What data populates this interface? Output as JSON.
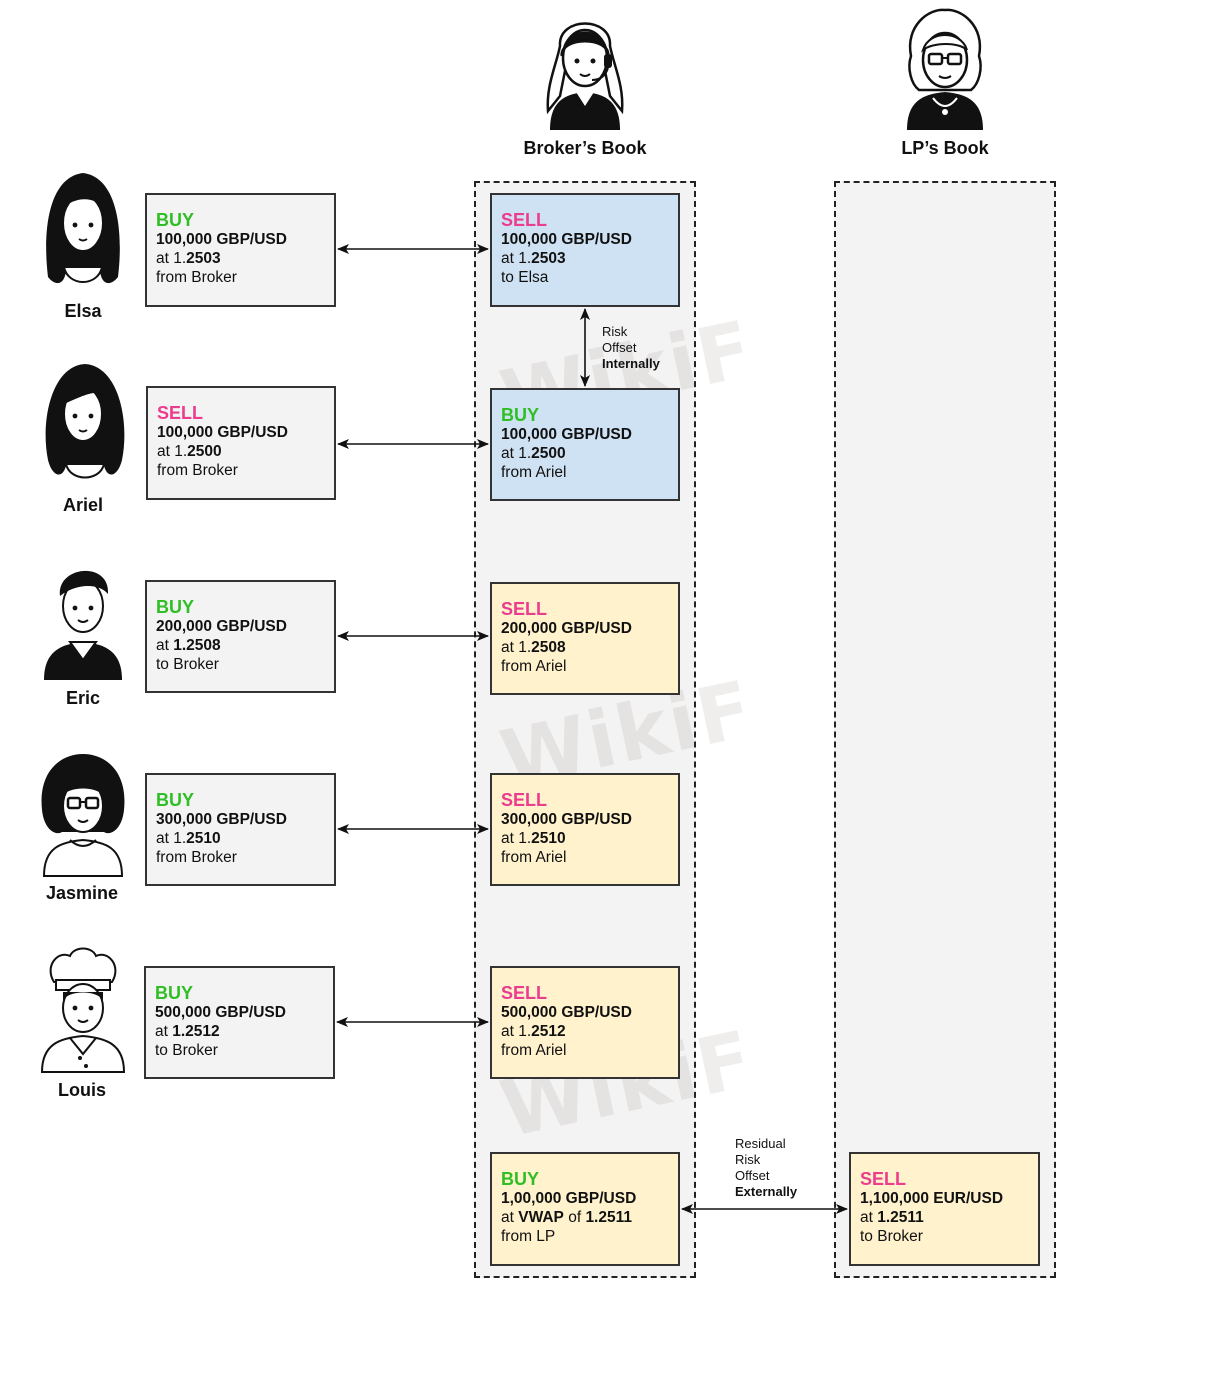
{
  "books": {
    "broker": {
      "title": "Broker’s Book"
    },
    "lp": {
      "title": "LP’s Book"
    }
  },
  "clients": [
    {
      "name": "Elsa",
      "side": "BUY",
      "amount": "100,000 GBP/USD",
      "at": "at ",
      "price_pre": "1.",
      "price_post": "2503",
      "note": "from Broker"
    },
    {
      "name": "Ariel",
      "side": "SELL",
      "amount": "100,000 GBP/USD",
      "at": "at ",
      "price_pre": "1.",
      "price_post": "2500",
      "note": "from Broker"
    },
    {
      "name": "Eric",
      "side": "BUY",
      "amount": "200,000 GBP/USD",
      "at": "at ",
      "price_pre": "",
      "price_post": "1.2508",
      "note": "to Broker"
    },
    {
      "name": "Jasmine",
      "side": "BUY",
      "amount": "300,000 GBP/USD",
      "at": "at ",
      "price_pre": "1.",
      "price_post": "2510",
      "note": "from Broker"
    },
    {
      "name": "Louis",
      "side": "BUY",
      "amount": "500,000 GBP/USD",
      "at": "at ",
      "price_pre": "",
      "price_post": "1.2512",
      "note": "to Broker"
    }
  ],
  "broker_cards": [
    {
      "side": "SELL",
      "amount": "100,000 GBP/USD",
      "at": "at ",
      "price_pre": "1.",
      "price_post": "2503",
      "note": "to Elsa"
    },
    {
      "side": "BUY",
      "amount": "100,000 GBP/USD",
      "at": "at ",
      "price_pre": "1.",
      "price_post": "2500",
      "note": "from Ariel"
    },
    {
      "side": "SELL",
      "amount": "200,000 GBP/USD",
      "at": "at ",
      "price_pre": "1.",
      "price_post": "2508",
      "note": "from Ariel"
    },
    {
      "side": "SELL",
      "amount": "300,000 GBP/USD",
      "at": "at ",
      "price_pre": "1.",
      "price_post": "2510",
      "note": "from Ariel"
    },
    {
      "side": "SELL",
      "amount": "500,000 GBP/USD",
      "at": "at ",
      "price_pre": "1.",
      "price_post": "2512",
      "note": "from Ariel"
    }
  ],
  "hedge_card": {
    "side": "BUY",
    "amount": "1,00,000 GBP/USD",
    "at": "at ",
    "vwap": "VWAP",
    "of": " of ",
    "price": "1.2511",
    "note": "from LP"
  },
  "lp_card": {
    "side": "SELL",
    "amount": "1,100,000 EUR/USD",
    "at": "at ",
    "price": "1.2511",
    "note": "to Broker"
  },
  "notes": {
    "internal": {
      "line1": "Risk",
      "line2": "Offset",
      "line3": "Internally"
    },
    "external": {
      "line1": "Residual",
      "line2": "Risk",
      "line3": "Offset",
      "line4": "Externally"
    }
  },
  "watermark": {
    "text": "WikiF"
  }
}
